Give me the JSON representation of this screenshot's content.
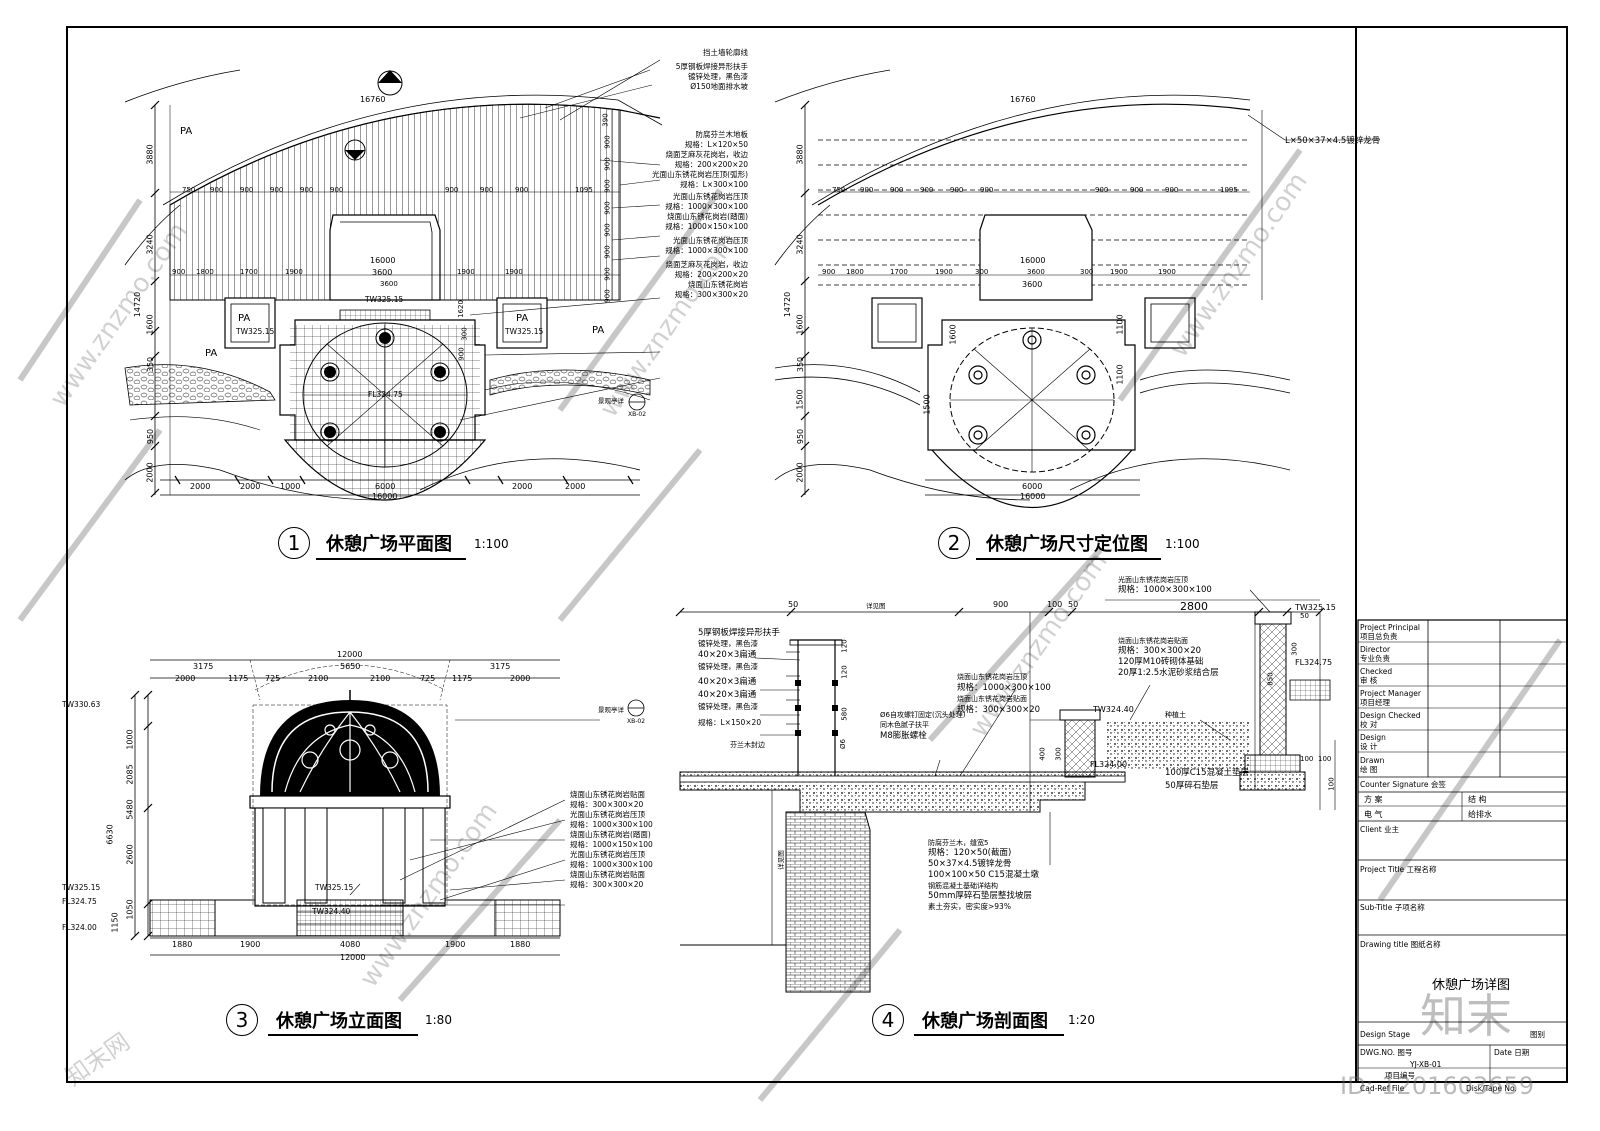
{
  "plan": {
    "number": "1",
    "title": "休憩广场平面图",
    "scale": "1:100",
    "arc_length": "16760",
    "labels": [
      "PA",
      "PA",
      "PA",
      "PA",
      "PA"
    ],
    "elevations": [
      "TW325.15",
      "TW325.15",
      "TW325.15",
      "FL324.75"
    ],
    "callout_ref": "XB-02",
    "dims_left": [
      "3880",
      "3240",
      "14720",
      "1600",
      "350",
      "950",
      "2000"
    ],
    "dims_bottom": [
      "2000",
      "2000",
      "1000",
      "6000",
      "2000",
      "2000",
      "16000"
    ],
    "dims_top_row": [
      "750",
      "900",
      "900",
      "900",
      "900",
      "900",
      "900",
      "900",
      "900",
      "1095"
    ],
    "dims_mid_row": [
      "900",
      "1800",
      "1700",
      "1900",
      "3600",
      "1900",
      "1900"
    ],
    "dims_right": [
      "390",
      "900",
      "900",
      "900",
      "900",
      "900",
      "900",
      "900",
      "900",
      "1620",
      "300",
      "900"
    ],
    "inner_dims": [
      "16000",
      "3600"
    ],
    "notes": [
      "挡土墙轮廓线",
      "5厚钢板焊接异形扶手",
      "镀锌处理，黑色漆",
      "Ø150地面排水坡",
      "防腐芬兰木地板",
      "规格：L×120×50",
      "烧面芝麻灰花岗岩，收边",
      "规格：200×200×20",
      "光面山东锈花岗岩压顶(弧形)",
      "规格：L×300×100",
      "光面山东锈花岗岩压顶",
      "规格：1000×300×100",
      "烧面山东锈花岗岩(踏面)",
      "规格：1000×150×100",
      "光面山东锈花岗岩压顶",
      "规格：1000×300×100",
      "烧面芝麻灰花岗岩，收边",
      "规格：200×200×20",
      "烧面山东锈花岗岩",
      "规格：300×300×20",
      "景观亭详"
    ]
  },
  "dimension_plan": {
    "number": "2",
    "title": "休憩广场尺寸定位图",
    "scale": "1:100",
    "arc_length": "16760",
    "note": "L×50×37×4.5镀锌龙骨",
    "dims_left": [
      "3880",
      "3240",
      "14720",
      "1600",
      "350",
      "1500",
      "950",
      "2000"
    ],
    "dims_top_row": [
      "750",
      "900",
      "900",
      "900",
      "900",
      "900",
      "900",
      "900",
      "900",
      "1095"
    ],
    "dims_mid_row": [
      "900",
      "1800",
      "1700",
      "1900",
      "300",
      "3600",
      "300",
      "1900",
      "1900"
    ],
    "inner_dims": [
      "16000",
      "3600",
      "1600",
      "1100",
      "1100",
      "1500"
    ],
    "dims_bottom": [
      "6000",
      "16000"
    ]
  },
  "elevation": {
    "number": "3",
    "title": "休憩广场立面图",
    "scale": "1:80",
    "elevations": [
      "TW330.63",
      "TW325.15",
      "FL324.75",
      "FL324.00",
      "TW325.15",
      "TW324.40"
    ],
    "callout_ref": "XB-02",
    "callout_text": "景观亭详",
    "dims_top_total": "12000",
    "dims_top_row1": [
      "3175",
      "5650",
      "3175"
    ],
    "dims_top_row2": [
      "2000",
      "1175",
      "725",
      "2100",
      "2100",
      "725",
      "1175",
      "2000"
    ],
    "dims_left": [
      "1000",
      "2085",
      "5480",
      "6630",
      "2600",
      "1050",
      "1150"
    ],
    "dims_bottom": [
      "1880",
      "1900",
      "4080",
      "1900",
      "1880",
      "12000"
    ],
    "notes": [
      "烧面山东锈花岗岩贴面",
      "规格：300×300×20",
      "光面山东锈花岗岩压顶",
      "规格：1000×300×100",
      "烧面山东锈花岗岩(踏面)",
      "规格：1000×150×100",
      "光面山东锈花岗岩压顶",
      "规格：1000×300×100",
      "烧面山东锈花岗岩贴面",
      "规格：300×300×20"
    ]
  },
  "section": {
    "number": "4",
    "title": "休憩广场剖面图",
    "scale": "1:20",
    "dims_top": [
      "50",
      "详见图",
      "900",
      "100",
      "50"
    ],
    "dim_2800": "2800",
    "elevations": [
      "TW325.15",
      "FL324.75",
      "TW324.40",
      "FL324.00"
    ],
    "dims_right_col": [
      "50",
      "300",
      "850",
      "100",
      "100",
      "100"
    ],
    "dims_left_col": [
      "120",
      "120",
      "580",
      "Ø6"
    ],
    "side_label": "详见图",
    "small_dims": [
      "400",
      "300"
    ],
    "notes_left": [
      "5厚钢板焊接异形扶手",
      "镀锌处理，黑色漆",
      "40×20×3扁通",
      "镀锌处理，黑色漆",
      "40×20×3扁通",
      "40×20×3扁通",
      "镀锌处理，黑色漆",
      "规格：L×150×20",
      "芬兰木封边"
    ],
    "notes_mid": [
      "烧面山东锈花岗岩压顶",
      "规格：1000×300×100",
      "烧面山东锈花岗岩贴面",
      "规格：300×300×20",
      "Ø6自攻螺钉固定(沉头处理)",
      "同木色腻子扶平",
      "M8膨胀螺栓"
    ],
    "notes_right": [
      "光面山东锈花岗岩压顶",
      "规格：1000×300×100",
      "烧面山东锈花岗岩贴面",
      "规格：300×300×20",
      "120厚M10砖砌体基础",
      "20厚1:2.5水泥砂浆结合层",
      "种植土",
      "100厚C15混凝土垫层",
      "50厚碎石垫层"
    ],
    "notes_bottom": [
      "防腐芬兰木，缝宽5",
      "规格：120×50(截面)",
      "50×37×4.5镀锌龙骨",
      "100×100×50 C15混凝土墩",
      "钢筋混凝土基础详结构",
      "50mm厚碎石垫层整找坡层",
      "素土夯实，密实度>93%"
    ]
  },
  "title_block": {
    "rows": [
      {
        "en": "Project Principal",
        "cn": "项目总负责"
      },
      {
        "en": "Director",
        "cn": "专业负责"
      },
      {
        "en": "Checked",
        "cn": "审 核"
      },
      {
        "en": "Project Manager",
        "cn": "项目经理"
      },
      {
        "en": "Design Checked",
        "cn": "校 对"
      },
      {
        "en": "Design",
        "cn": "设 计"
      },
      {
        "en": "Drawn",
        "cn": "绘 图"
      }
    ],
    "counter_signature": "Counter Signature  会签",
    "sign_cells": [
      "方 案",
      "结 构",
      "电 气",
      "给排水"
    ],
    "client": "Client  业主",
    "project_title": "Project Title  工程名称",
    "sub_title": "Sub-Title  子项名称",
    "drawing_title_label": "Drawing title  图纸名称",
    "drawing_title_value": "休憩广场详图",
    "design_stage": "Design Stage",
    "sheet": "图别",
    "dwg_no": "DWG.NO. 图号",
    "dwg_no_value": "YJ-XB-01",
    "date": "Date 日期",
    "project_no": "项目编号",
    "cad_ref": "Cad-Ref File",
    "disk": "Disk/Tape No."
  },
  "watermark": {
    "site": "www.znzmo.com",
    "brand_cn": "知末网",
    "logo": "知末",
    "id": "ID: 1201603659"
  }
}
